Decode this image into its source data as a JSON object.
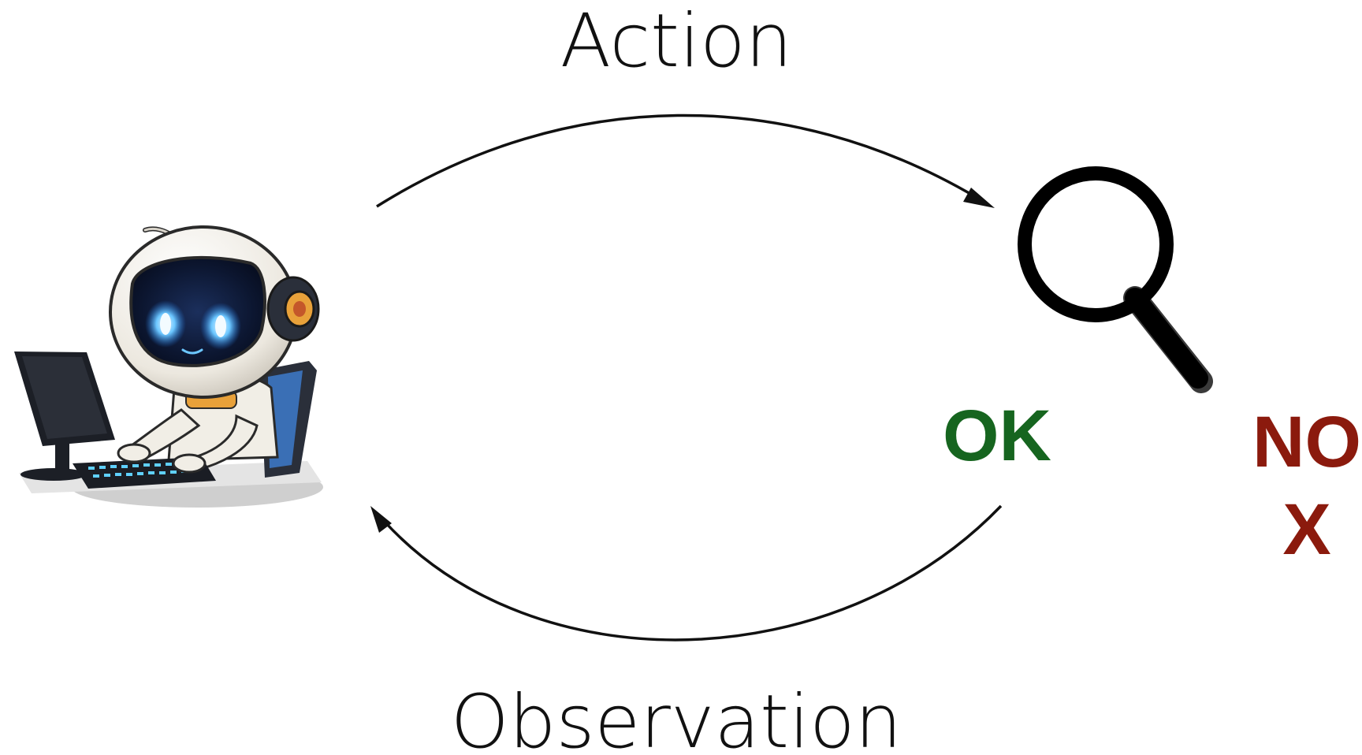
{
  "labels": {
    "action": "Action",
    "observation": "Observation",
    "ok": "OK",
    "no": "NO",
    "x": "X"
  },
  "colors": {
    "ok": "#16651f",
    "no": "#8b1a0d",
    "arrow": "#111111",
    "visor_glow": "#4fb3ff",
    "helmet": "#f4f1ea",
    "accent_orange": "#e8a13a",
    "chair": "#3a6fb5"
  },
  "icons": {
    "agent": "robot-astronaut-at-computer-icon",
    "checker": "magnifying-glass-icon"
  }
}
